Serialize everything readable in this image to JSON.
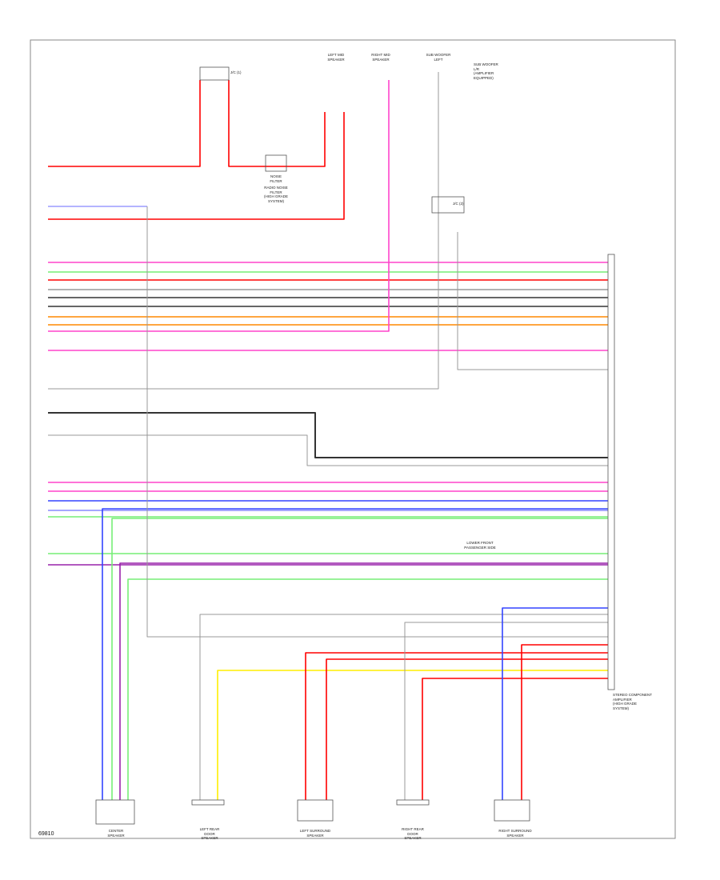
{
  "diagram_code": "69810",
  "connectors": {
    "left_mid": "LEFT MID\nSPEAKER",
    "right_mid": "RIGHT MID\nSPEAKER",
    "sub_woofer": "SUB WOOFER\nLEFT",
    "sub_woofer_note": "SUB WOOFER\nL/R\n(AMPLIFIER\nEQUIPPED)",
    "relay_1": "J/C (1)",
    "relay_2": "J/C (2)",
    "noise_filter": "NOISE\nFILTER",
    "fuse_note": "RADIO NOISE\nFILTER\n(HIGH GRADE\nSYSTEM)"
  },
  "module_label": "STEREO COMPONENT\nAMPLIFIER\n(HIGH GRADE\nSYSTEM)",
  "junction_note": "LOWER FRONT\nPASSENGER SIDE",
  "components": {
    "center_speaker": "CENTER\nSPEAKER",
    "left_rear_door": "LEFT REAR\nDOOR\nSPEAKER",
    "left_surround": "LEFT SURROUND\nSPEAKER",
    "right_rear_door": "RIGHT REAR\nDOOR\nSPEAKER",
    "right_surround": "RIGHT SURROUND\nSPEAKER"
  },
  "wire_colors": {
    "red": "#ff0000",
    "pink": "#ff44cc",
    "green": "#77ee77",
    "blue": "#3344ff",
    "purple": "#9922aa",
    "yellow": "#ffee00",
    "orange": "#ff8800",
    "black": "#333333",
    "gray": "#999999",
    "lightblue": "#8888ff"
  }
}
